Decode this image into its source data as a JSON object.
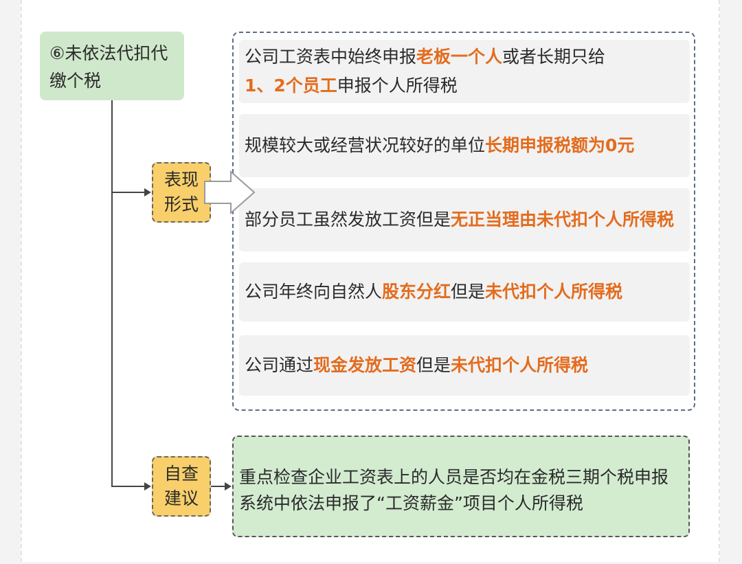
{
  "root": {
    "line1": "⑥未依法代扣代",
    "line2": "缴个税"
  },
  "nodes": {
    "forms": {
      "line1": "表现",
      "line2": "形式"
    },
    "advice": {
      "line1": "自查",
      "line2": "建议"
    }
  },
  "manifestations": [
    {
      "a": "公司工资表中始终申报",
      "b": "老板一个人",
      "c": "或者长期只给",
      "d": "1、2个员工",
      "e": "申报个人所得税"
    },
    {
      "a": "规模较大或经营状况较好的单位",
      "b": "长期申报税额为0元"
    },
    {
      "a": "部分员工虽然发放工资但是",
      "b": "无正当理由未代扣个人所得税"
    },
    {
      "a": "公司年终向自然人",
      "b": "股东分红",
      "c": "但是",
      "d": "未代扣个人所得税"
    },
    {
      "a": "公司通过",
      "b": "现金发放工资",
      "c": "但是",
      "d": "未代扣个人所得税"
    }
  ],
  "advice_text": "重点检查企业工资表上的人员是否均在金税三期个税申报系统中依法申报了“工资薪金”项目个人所得税",
  "colors": {
    "highlight": "#e36c1e",
    "root_fill": "#cfe8cb",
    "node_fill": "#f8cf6b",
    "advice_fill": "#d3ecd0"
  }
}
